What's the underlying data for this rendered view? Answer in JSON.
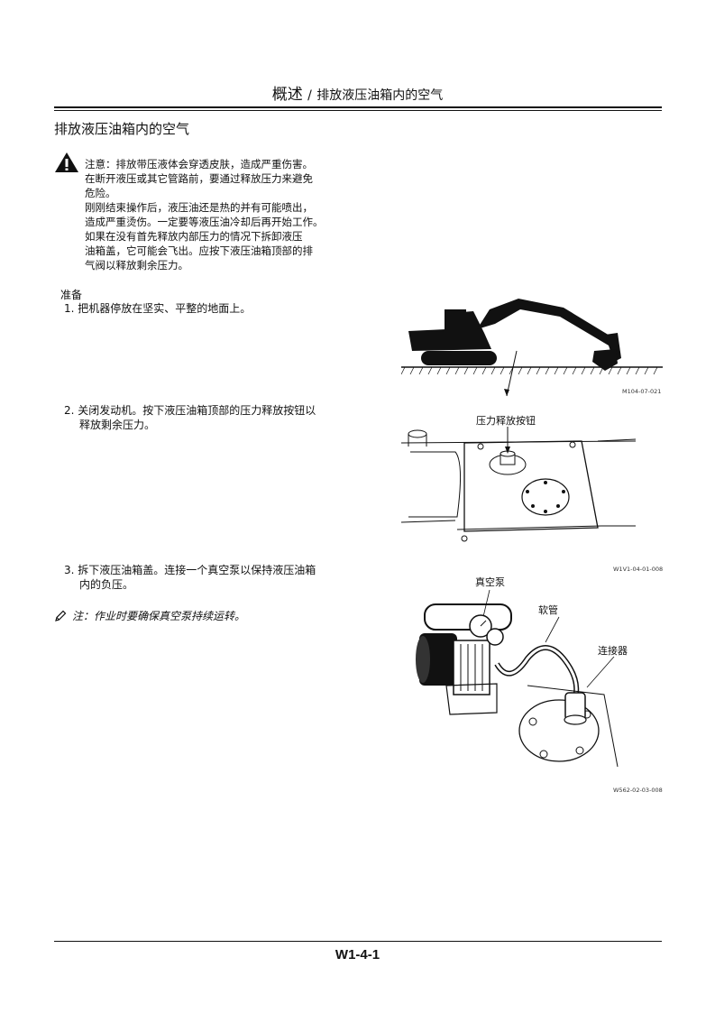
{
  "header": {
    "title_main": "概述",
    "separator": "/",
    "title_sub": "排放液压油箱内的空气"
  },
  "section_title": "排放液压油箱内的空气",
  "warning": {
    "lines": [
      "注意：排放带压液体会穿透皮肤，造成严重伤害。",
      "在断开液压或其它管路前，要通过释放压力来避免",
      "危险。",
      "刚刚结束操作后，液压油还是热的并有可能喷出，",
      "造成严重烫伤。一定要等液压油冷却后再开始工作。",
      "如果在没有首先释放内部压力的情况下拆卸液压",
      "油箱盖，它可能会飞出。应按下液压油箱顶部的排",
      "气阀以释放剩余压力。"
    ]
  },
  "prep_label": "准备",
  "steps": [
    {
      "num": "1.",
      "lines": [
        "把机器停放在坚实、平整的地面上。"
      ]
    },
    {
      "num": "2.",
      "lines": [
        "关闭发动机。按下液压油箱顶部的压力释放按钮以",
        "释放剩余压力。"
      ]
    },
    {
      "num": "3.",
      "lines": [
        "拆下液压油箱盖。连接一个真空泵以保持液压油箱",
        "内的负压。"
      ]
    }
  ],
  "note": "注：作业时要确保真空泵持续运转。",
  "figures": {
    "fig1": {
      "code": "M104-07-021"
    },
    "fig2": {
      "label": "压力释放按钮",
      "code": "W1V1-04-01-008"
    },
    "fig3": {
      "label_pump": "真空泵",
      "label_hose": "软管",
      "label_connector": "连接器",
      "code": "W562-02-03-008"
    }
  },
  "page_number": "W1-4-1"
}
